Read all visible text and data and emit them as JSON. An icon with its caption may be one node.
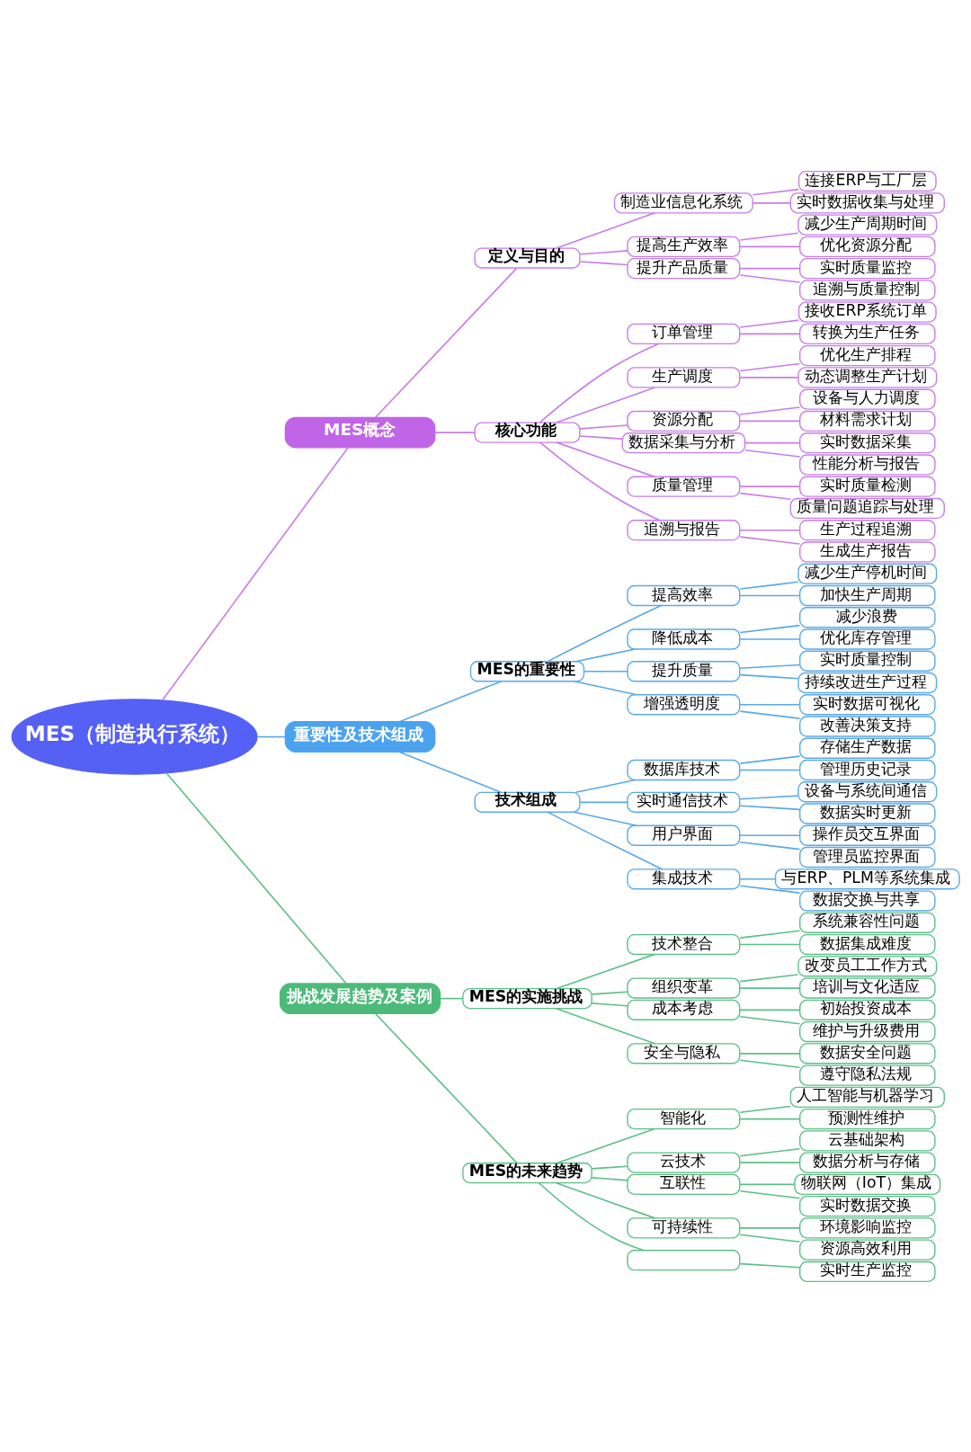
{
  "diagram": {
    "nodes": [
      {
        "text": [
          "MES（制造执行系统）"
        ]
      },
      {
        "text": [
          "MES概念"
        ]
      },
      {
        "text": [
          "定义与目的"
        ]
      },
      {
        "text": [
          "制造业信息化系统"
        ]
      },
      {
        "text": [
          "连接ERP与工厂层"
        ]
      },
      {
        "text": [
          "实时数据收集与处理"
        ]
      },
      {
        "text": [
          "提高生产效率"
        ]
      },
      {
        "text": [
          "减少生产周期时间"
        ]
      },
      {
        "text": [
          "优化资源分配"
        ]
      },
      {
        "text": [
          "提升产品质量"
        ]
      },
      {
        "text": [
          "实时质量监控"
        ]
      },
      {
        "text": [
          "追溯与质量控制"
        ]
      },
      {
        "text": [
          "核心功能"
        ]
      },
      {
        "text": [
          "订单管理"
        ]
      },
      {
        "text": [
          "接收ERP系统订单"
        ]
      },
      {
        "text": [
          "转换为生产任务"
        ]
      },
      {
        "text": [
          "生产调度"
        ]
      },
      {
        "text": [
          "优化生产排程"
        ]
      },
      {
        "text": [
          "动态调整生产计划"
        ]
      },
      {
        "text": [
          "资源分配"
        ]
      },
      {
        "text": [
          "设备与人力调度"
        ]
      },
      {
        "text": [
          "材料需求计划"
        ]
      },
      {
        "text": [
          "数据采集与分析"
        ]
      },
      {
        "text": [
          "实时数据采集"
        ]
      },
      {
        "text": [
          "性能分析与报告"
        ]
      },
      {
        "text": [
          "质量管理"
        ]
      },
      {
        "text": [
          "实时质量检测"
        ]
      },
      {
        "text": [
          "质量问题追踪与处理"
        ]
      },
      {
        "text": [
          "追溯与报告"
        ]
      },
      {
        "text": [
          "生产过程追溯"
        ]
      },
      {
        "text": [
          "生成生产报告"
        ]
      },
      {
        "text": [
          "重要性及技术组成"
        ]
      },
      {
        "text": [
          "MES的重要性"
        ]
      },
      {
        "text": [
          "提高效率"
        ]
      },
      {
        "text": [
          "减少生产停机时间"
        ]
      },
      {
        "text": [
          "加快生产周期"
        ]
      },
      {
        "text": [
          "降低成本"
        ]
      },
      {
        "text": [
          "减少浪费"
        ]
      },
      {
        "text": [
          "优化库存管理"
        ]
      },
      {
        "text": [
          "提升质量"
        ]
      },
      {
        "text": [
          "实时质量控制"
        ]
      },
      {
        "text": [
          "持续改进生产过程"
        ]
      },
      {
        "text": [
          "增强透明度"
        ]
      },
      {
        "text": [
          "实时数据可视化"
        ]
      },
      {
        "text": [
          "改善决策支持"
        ]
      },
      {
        "text": [
          "技术组成"
        ]
      },
      {
        "text": [
          "数据库技术"
        ]
      },
      {
        "text": [
          "存储生产数据"
        ]
      },
      {
        "text": [
          "管理历史记录"
        ]
      },
      {
        "text": [
          "实时通信技术"
        ]
      },
      {
        "text": [
          "设备与系统间通信"
        ]
      },
      {
        "text": [
          "数据实时更新"
        ]
      },
      {
        "text": [
          "用户界面"
        ]
      },
      {
        "text": [
          "操作员交互界面"
        ]
      },
      {
        "text": [
          "管理员监控界面"
        ]
      },
      {
        "text": [
          "集成技术"
        ]
      },
      {
        "text": [
          "与ERP、PLM等系统集成"
        ]
      },
      {
        "text": [
          "数据交换与共享"
        ]
      },
      {
        "text": [
          "挑战发展趋势及案例"
        ]
      },
      {
        "text": [
          "MES的实施挑战"
        ]
      },
      {
        "text": [
          "技术整合"
        ]
      },
      {
        "text": [
          "系统兼容性问题"
        ]
      },
      {
        "text": [
          "数据集成难度"
        ]
      },
      {
        "text": [
          "组织变革"
        ]
      },
      {
        "text": [
          "改变员工工作方式"
        ]
      },
      {
        "text": [
          "培训与文化适应"
        ]
      },
      {
        "text": [
          "成本考虑"
        ]
      },
      {
        "text": [
          "初始投资成本"
        ]
      },
      {
        "text": [
          "维护与升级费用"
        ]
      },
      {
        "text": [
          "安全与隐私"
        ]
      },
      {
        "text": [
          "数据安全问题"
        ]
      },
      {
        "text": [
          "遵守隐私法规"
        ]
      },
      {
        "text": [
          "MES的未来趋势"
        ]
      },
      {
        "text": [
          "智能化"
        ]
      },
      {
        "text": [
          "人工智能与机器学习"
        ]
      },
      {
        "text": [
          "预测性维护"
        ]
      },
      {
        "text": [
          "云技术"
        ]
      },
      {
        "text": [
          "云基础架构"
        ]
      },
      {
        "text": [
          "数据分析与存储"
        ]
      },
      {
        "text": [
          "互联性"
        ]
      },
      {
        "text": [
          "物联网（IoT）集成"
        ]
      },
      {
        "text": [
          "实时数据交换"
        ]
      },
      {
        "text": [
          "可持续性"
        ]
      },
      {
        "text": [
          "环境影响监控"
        ]
      },
      {
        "text": [
          "资源高效利用"
        ]
      },
      {
        "text": [],
        "shape": "box"
      },
      {
        "text": [
          "实时生产监控"
        ]
      }
    ],
    "edges": [
      {
        "from": 0,
        "to": 1,
        "arrow": "none",
        "color": "#c77de8"
      },
      {
        "from": 1,
        "to": 2,
        "arrow": "none",
        "color": "#c77de8"
      },
      {
        "from": 2,
        "to": 3,
        "arrow": "none",
        "color": "#c77de8"
      },
      {
        "from": 3,
        "to": 4,
        "arrow": "none",
        "color": "#c77de8"
      },
      {
        "from": 3,
        "to": 5,
        "arrow": "none",
        "color": "#c77de8"
      },
      {
        "from": 2,
        "to": 6,
        "arrow": "none",
        "color": "#c77de8"
      },
      {
        "from": 6,
        "to": 7,
        "arrow": "none",
        "color": "#c77de8"
      },
      {
        "from": 6,
        "to": 8,
        "arrow": "none",
        "color": "#c77de8"
      },
      {
        "from": 2,
        "to": 9,
        "arrow": "none",
        "color": "#c77de8"
      },
      {
        "from": 9,
        "to": 10,
        "arrow": "none",
        "color": "#c77de8"
      },
      {
        "from": 9,
        "to": 11,
        "arrow": "none",
        "color": "#c77de8"
      },
      {
        "from": 1,
        "to": 12,
        "arrow": "none",
        "color": "#c77de8"
      },
      {
        "from": 12,
        "to": 13,
        "arrow": "none",
        "color": "#c77de8"
      },
      {
        "from": 13,
        "to": 14,
        "arrow": "none",
        "color": "#c77de8"
      },
      {
        "from": 13,
        "to": 15,
        "arrow": "none",
        "color": "#c77de8"
      },
      {
        "from": 12,
        "to": 16,
        "arrow": "none",
        "color": "#c77de8"
      },
      {
        "from": 16,
        "to": 17,
        "arrow": "none",
        "color": "#c77de8"
      },
      {
        "from": 16,
        "to": 18,
        "arrow": "none",
        "color": "#c77de8"
      },
      {
        "from": 12,
        "to": 19,
        "arrow": "none",
        "color": "#c77de8"
      },
      {
        "from": 19,
        "to": 20,
        "arrow": "none",
        "color": "#c77de8"
      },
      {
        "from": 19,
        "to": 21,
        "arrow": "none",
        "color": "#c77de8"
      },
      {
        "from": 12,
        "to": 22,
        "arrow": "none",
        "color": "#c77de8"
      },
      {
        "from": 22,
        "to": 23,
        "arrow": "none",
        "color": "#c77de8"
      },
      {
        "from": 22,
        "to": 24,
        "arrow": "none",
        "color": "#c77de8"
      },
      {
        "from": 12,
        "to": 25,
        "arrow": "none",
        "color": "#c77de8"
      },
      {
        "from": 25,
        "to": 26,
        "arrow": "none",
        "color": "#c77de8"
      },
      {
        "from": 25,
        "to": 27,
        "arrow": "none",
        "color": "#c77de8"
      },
      {
        "from": 12,
        "to": 28,
        "arrow": "none",
        "color": "#c77de8"
      },
      {
        "from": 28,
        "to": 29,
        "arrow": "none",
        "color": "#c77de8"
      },
      {
        "from": 28,
        "to": 30,
        "arrow": "none",
        "color": "#c77de8"
      },
      {
        "from": 0,
        "to": 31,
        "arrow": "none",
        "color": "#5aa9e6"
      },
      {
        "from": 31,
        "to": 32,
        "arrow": "none",
        "color": "#5aa9e6"
      },
      {
        "from": 32,
        "to": 33,
        "arrow": "none",
        "color": "#5aa9e6"
      },
      {
        "from": 33,
        "to": 34,
        "arrow": "none",
        "color": "#5aa9e6"
      },
      {
        "from": 33,
        "to": 35,
        "arrow": "none",
        "color": "#5aa9e6"
      },
      {
        "from": 32,
        "to": 36,
        "arrow": "none",
        "color": "#5aa9e6"
      },
      {
        "from": 36,
        "to": 37,
        "arrow": "none",
        "color": "#5aa9e6"
      },
      {
        "from": 36,
        "to": 38,
        "arrow": "none",
        "color": "#5aa9e6"
      },
      {
        "from": 32,
        "to": 39,
        "arrow": "none",
        "color": "#5aa9e6"
      },
      {
        "from": 39,
        "to": 40,
        "arrow": "none",
        "color": "#5aa9e6"
      },
      {
        "from": 39,
        "to": 41,
        "arrow": "none",
        "color": "#5aa9e6"
      },
      {
        "from": 32,
        "to": 42,
        "arrow": "none",
        "color": "#5aa9e6"
      },
      {
        "from": 42,
        "to": 43,
        "arrow": "none",
        "color": "#5aa9e6"
      },
      {
        "from": 42,
        "to": 44,
        "arrow": "none",
        "color": "#5aa9e6"
      },
      {
        "from": 31,
        "to": 45,
        "arrow": "none",
        "color": "#5aa9e6"
      },
      {
        "from": 45,
        "to": 46,
        "arrow": "none",
        "color": "#5aa9e6"
      },
      {
        "from": 46,
        "to": 47,
        "arrow": "none",
        "color": "#5aa9e6"
      },
      {
        "from": 46,
        "to": 48,
        "arrow": "none",
        "color": "#5aa9e6"
      },
      {
        "from": 45,
        "to": 49,
        "arrow": "none",
        "color": "#5aa9e6"
      },
      {
        "from": 49,
        "to": 50,
        "arrow": "none",
        "color": "#5aa9e6"
      },
      {
        "from": 49,
        "to": 51,
        "arrow": "none",
        "color": "#5aa9e6"
      },
      {
        "from": 45,
        "to": 52,
        "arrow": "none",
        "color": "#5aa9e6"
      },
      {
        "from": 52,
        "to": 53,
        "arrow": "none",
        "color": "#5aa9e6"
      },
      {
        "from": 52,
        "to": 54,
        "arrow": "none",
        "color": "#5aa9e6"
      },
      {
        "from": 45,
        "to": 55,
        "arrow": "none",
        "color": "#5aa9e6"
      },
      {
        "from": 55,
        "to": 56,
        "arrow": "none",
        "color": "#5aa9e6"
      },
      {
        "from": 55,
        "to": 57,
        "arrow": "none",
        "color": "#5aa9e6"
      },
      {
        "from": 0,
        "to": 58,
        "arrow": "none",
        "color": "#5cbf87"
      },
      {
        "from": 58,
        "to": 59,
        "arrow": "none",
        "color": "#5cbf87"
      },
      {
        "from": 59,
        "to": 60,
        "arrow": "none",
        "color": "#5cbf87"
      },
      {
        "from": 60,
        "to": 61,
        "arrow": "none",
        "color": "#5cbf87"
      },
      {
        "from": 60,
        "to": 62,
        "arrow": "none",
        "color": "#5cbf87"
      },
      {
        "from": 59,
        "to": 63,
        "arrow": "none",
        "color": "#5cbf87"
      },
      {
        "from": 63,
        "to": 64,
        "arrow": "none",
        "color": "#5cbf87"
      },
      {
        "from": 63,
        "to": 65,
        "arrow": "none",
        "color": "#5cbf87"
      },
      {
        "from": 59,
        "to": 66,
        "arrow": "none",
        "color": "#5cbf87"
      },
      {
        "from": 66,
        "to": 67,
        "arrow": "none",
        "color": "#5cbf87"
      },
      {
        "from": 66,
        "to": 68,
        "arrow": "none",
        "color": "#5cbf87"
      },
      {
        "from": 59,
        "to": 69,
        "arrow": "none",
        "color": "#5cbf87"
      },
      {
        "from": 69,
        "to": 70,
        "arrow": "none",
        "color": "#5cbf87"
      },
      {
        "from": 69,
        "to": 71,
        "arrow": "none",
        "color": "#5cbf87"
      },
      {
        "from": 58,
        "to": 72,
        "arrow": "none",
        "color": "#5cbf87"
      },
      {
        "from": 72,
        "to": 73,
        "arrow": "none",
        "color": "#5cbf87"
      },
      {
        "from": 73,
        "to": 74,
        "arrow": "none",
        "color": "#5cbf87"
      },
      {
        "from": 73,
        "to": 75,
        "arrow": "none",
        "color": "#5cbf87"
      },
      {
        "from": 72,
        "to": 76,
        "arrow": "none",
        "color": "#5cbf87"
      },
      {
        "from": 76,
        "to": 77,
        "arrow": "none",
        "color": "#5cbf87"
      },
      {
        "from": 76,
        "to": 78,
        "arrow": "none",
        "color": "#5cbf87"
      },
      {
        "from": 72,
        "to": 79,
        "arrow": "none",
        "color": "#5cbf87"
      },
      {
        "from": 79,
        "to": 80,
        "arrow": "none",
        "color": "#5cbf87"
      },
      {
        "from": 79,
        "to": 81,
        "arrow": "none",
        "color": "#5cbf87"
      },
      {
        "from": 72,
        "to": 82,
        "arrow": "none",
        "color": "#5cbf87"
      },
      {
        "from": 82,
        "to": 83,
        "arrow": "none",
        "color": "#5cbf87"
      },
      {
        "from": 82,
        "to": 84,
        "arrow": "none",
        "color": "#5cbf87"
      },
      {
        "from": 72,
        "to": 85,
        "arrow": "none",
        "color": "#5cbf87"
      },
      {
        "from": 85,
        "to": 86,
        "arrow": "none",
        "color": "#5cbf87"
      }
    ]
  }
}
